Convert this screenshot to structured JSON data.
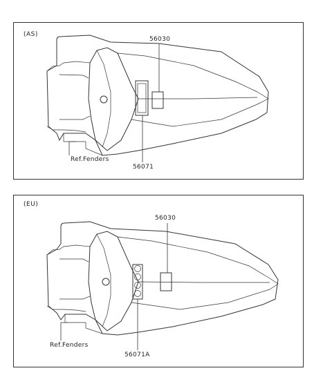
{
  "panels": [
    {
      "region": "(AS)",
      "callouts": {
        "top_part": "56030",
        "bottom_part": "56071",
        "reference": "Ref.Fenders"
      }
    },
    {
      "region": "(EU)",
      "callouts": {
        "top_part": "56030",
        "bottom_part": "56071A",
        "reference": "Ref.Fenders"
      }
    }
  ]
}
